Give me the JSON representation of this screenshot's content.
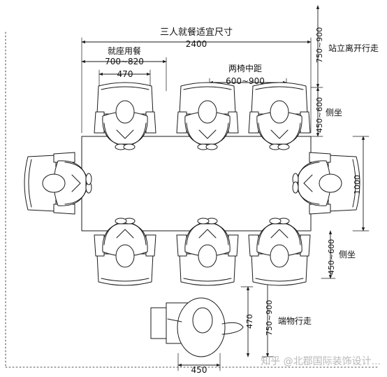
{
  "diagram": {
    "title": "三人就餐适宜尺寸",
    "dims": {
      "total_width": "2400",
      "seat_label": "就座用餐",
      "seat_width": "700~820",
      "seat_inner": "470",
      "chair_gap_label": "两椅中距",
      "chair_gap": "600~900",
      "standing_label": "站立离开行走",
      "standing_gap": "750~900",
      "side_sit_label": "侧坐",
      "side_sit_gap": "450~600",
      "table_depth": "1000",
      "carry_label": "端物行走",
      "carry_gap": "750~900",
      "person_depth": "470",
      "person_width": "450"
    },
    "watermark": "知乎 @北鄀国际装饰设计..."
  }
}
